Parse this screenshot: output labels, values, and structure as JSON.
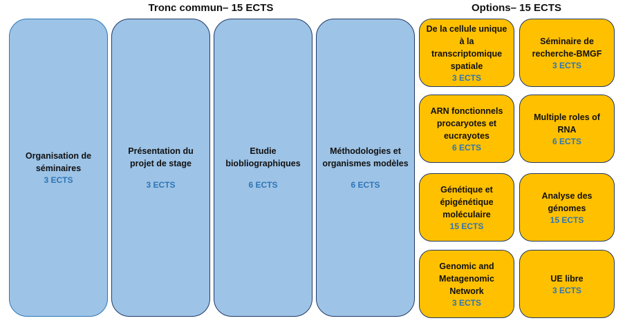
{
  "headers": {
    "core": "Tronc commun– 15 ECTS",
    "options": "Options– 15 ECTS"
  },
  "core": [
    {
      "title": "Organisation de séminaires",
      "ects": "3 ECTS"
    },
    {
      "title": "Présentation du projet de stage",
      "ects": "3 ECTS"
    },
    {
      "title": "Etudie biobliographiques",
      "ects": "6 ECTS"
    },
    {
      "title": "Méthodologies et organismes modèles",
      "ects": "6 ECTS"
    }
  ],
  "options": [
    {
      "title": "De la cellule unique à la transcriptomique spatiale",
      "ects": "3 ECTS"
    },
    {
      "title": "Séminaire de recherche-BMGF",
      "ects": "3 ECTS"
    },
    {
      "title": "ARN fonctionnels procaryotes et eucrayotes",
      "ects": "6 ECTS"
    },
    {
      "title": "Multiple roles of RNA",
      "ects": "6 ECTS"
    },
    {
      "title": "Génétique et épigénétique moléculaire",
      "ects": "15 ECTS"
    },
    {
      "title": "Analyse des génomes",
      "ects": "15 ECTS"
    },
    {
      "title": "Genomic and Metagenomic Network",
      "ects": "3 ECTS"
    },
    {
      "title": "UE libre",
      "ects": "3 ECTS"
    }
  ],
  "colors": {
    "core_fill": "#9dc3e6",
    "option_fill": "#ffc000",
    "ects_text": "#2e75b6"
  }
}
